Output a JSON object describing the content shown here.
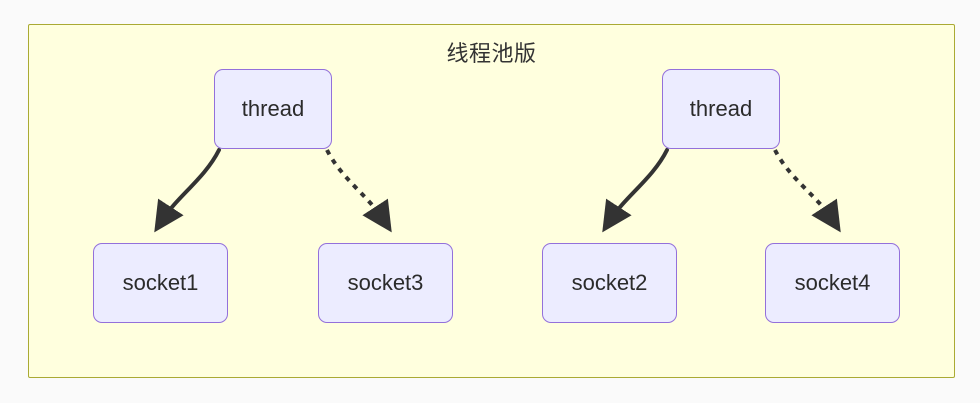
{
  "diagram": {
    "type": "flowchart",
    "title": "线程池版",
    "background_color": "#ffffde",
    "border_color": "#aaaa33",
    "node_fill_color": "#ececff",
    "node_border_color": "#9370db",
    "edge_color": "#333333",
    "nodes": [
      {
        "id": "thread-1",
        "label": "thread",
        "kind": "thread"
      },
      {
        "id": "thread-2",
        "label": "thread",
        "kind": "thread"
      },
      {
        "id": "socket-1",
        "label": "socket1",
        "kind": "socket"
      },
      {
        "id": "socket-3",
        "label": "socket3",
        "kind": "socket"
      },
      {
        "id": "socket-2",
        "label": "socket2",
        "kind": "socket"
      },
      {
        "id": "socket-4",
        "label": "socket4",
        "kind": "socket"
      }
    ],
    "edges": [
      {
        "id": "edge-1",
        "from": "thread-1",
        "to": "socket-1",
        "style": "solid",
        "arrow": "arrowhead-icon"
      },
      {
        "id": "edge-2",
        "from": "thread-1",
        "to": "socket-3",
        "style": "dashed",
        "arrow": "arrowhead-icon"
      },
      {
        "id": "edge-3",
        "from": "thread-2",
        "to": "socket-2",
        "style": "solid",
        "arrow": "arrowhead-icon"
      },
      {
        "id": "edge-4",
        "from": "thread-2",
        "to": "socket-4",
        "style": "dashed",
        "arrow": "arrowhead-icon"
      }
    ]
  }
}
